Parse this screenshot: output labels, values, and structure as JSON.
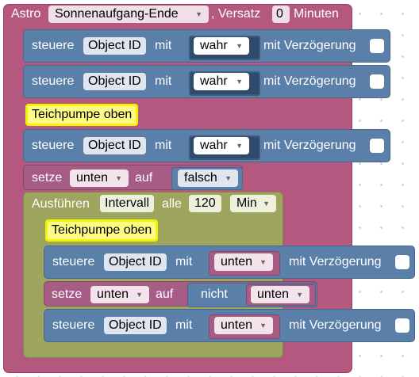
{
  "astro": {
    "label": "Astro",
    "event_value": "Sonnenaufgang-Ende",
    "offset_label": ", Versatz",
    "offset_value": "0",
    "unit_label": "Minuten"
  },
  "steuere_label": "steuere",
  "object_id_label": "Object ID",
  "mit_label": "mit",
  "delay_label": "mit Verzögerung",
  "setze_label": "setze",
  "auf_label": "auf",
  "nicht_label": "nicht",
  "comment_text": "Teichpumpe oben",
  "blocks": {
    "b1_value": "wahr",
    "b2_value": "wahr",
    "b3_value": "wahr",
    "setze1_var": "unten",
    "setze1_value": "falsch",
    "interval": {
      "label": "Ausführen",
      "mode": "Intervall",
      "alle": "alle",
      "value": "120",
      "unit": "Min"
    },
    "inner1_value": "unten",
    "setze2_var": "unten",
    "setze2_value": "unten",
    "inner2_value": "unten"
  }
}
